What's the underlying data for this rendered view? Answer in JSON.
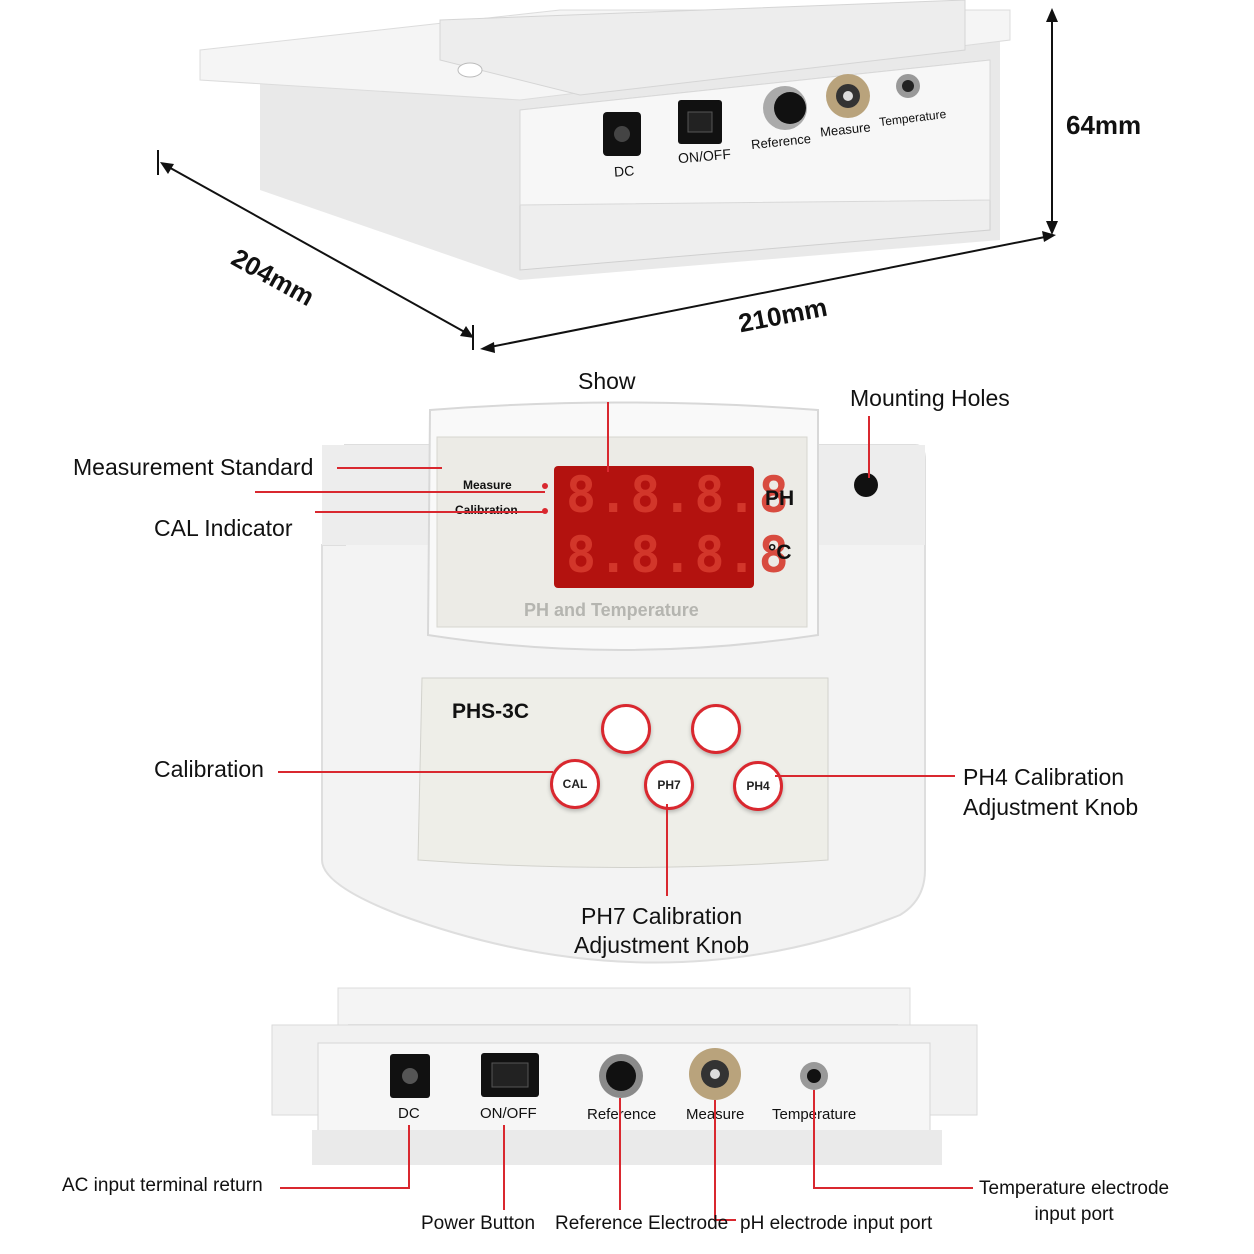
{
  "top_view": {
    "ports": [
      "DC",
      "ON/OFF",
      "Reference",
      "Measure",
      "Temperature"
    ],
    "dimensions": {
      "height": "64mm",
      "depth": "204mm",
      "width": "210mm"
    }
  },
  "front_view": {
    "callouts": {
      "show": "Show",
      "mounting_holes": "Mounting Holes",
      "measurement_standard": "Measurement Standard",
      "cal_indicator": "CAL Indicator",
      "calibration": "Calibration",
      "ph4_knob": "PH4 Calibration\nAdjustment Knob",
      "ph7_knob": "PH7 Calibration\nAdjustment Knob"
    },
    "indicators": {
      "measure": "Measure",
      "calibration": "Calibration"
    },
    "display": {
      "unit_ph": "PH",
      "unit_temp": "°C",
      "caption": "PH and Temperature",
      "row1": "8.8.8.8",
      "row2": "8.8.8.8"
    },
    "model": "PHS-3C",
    "knobs": {
      "cal": "CAL",
      "ph7": "PH7",
      "ph4": "PH4"
    }
  },
  "rear_view": {
    "ports": [
      "DC",
      "ON/OFF",
      "Reference",
      "Measure",
      "Temperature"
    ],
    "callouts": {
      "ac_input": "AC input terminal return",
      "power_button": "Power Button",
      "reference_electrode": "Reference Electrode",
      "ph_input": "pH electrode input port",
      "temp_input": "Temperature electrode\ninput port"
    }
  },
  "colors": {
    "accent": "#d9282f",
    "display_bg": "#b3120f",
    "panel": "#eeeee8",
    "device": "#f2f2f2"
  }
}
